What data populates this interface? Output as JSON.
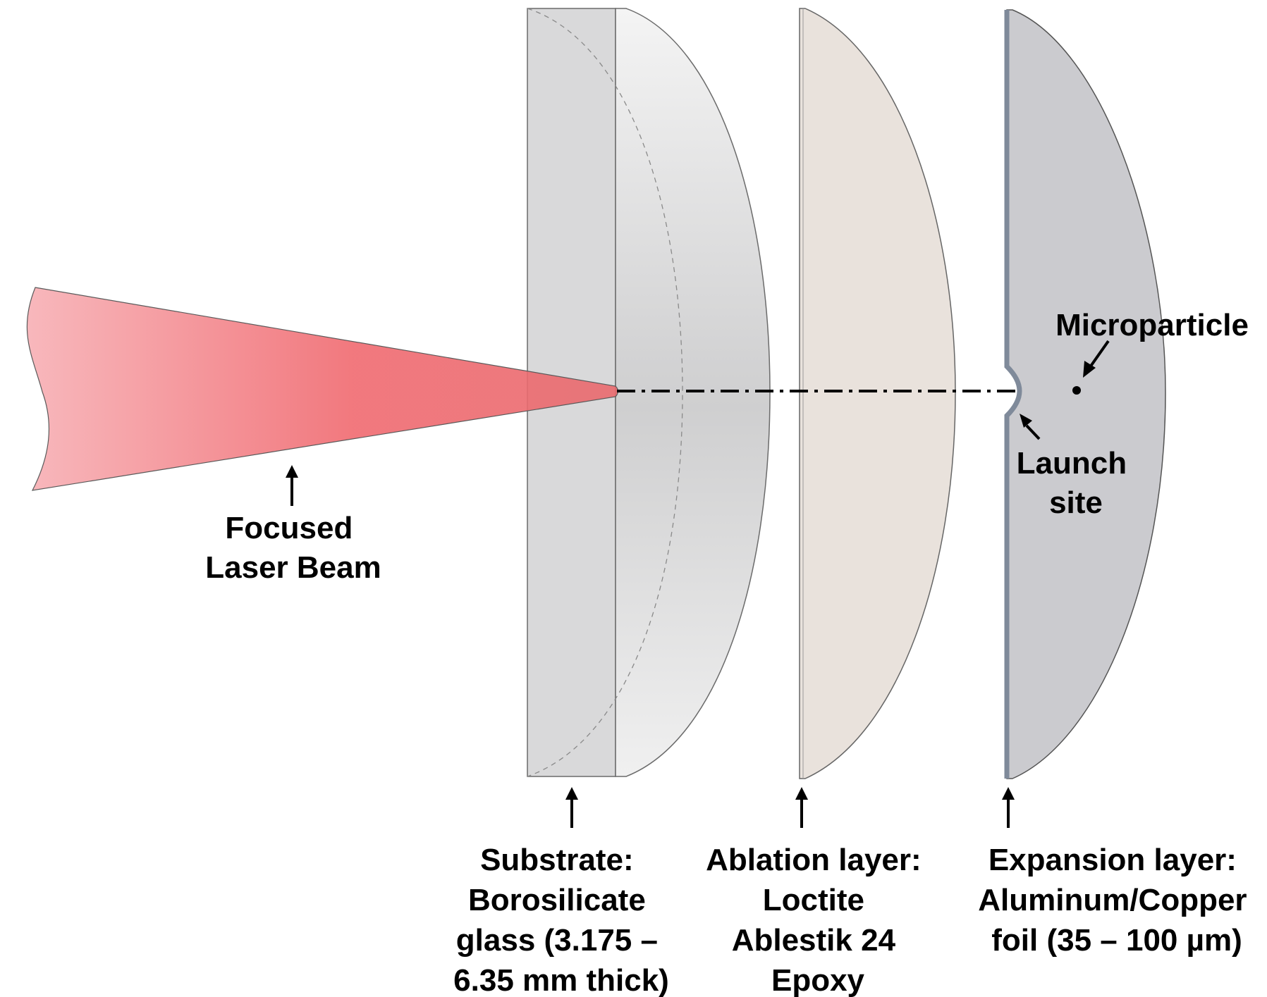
{
  "labels": {
    "laser": [
      "Focused",
      "Laser Beam"
    ],
    "substrate": [
      "Substrate:",
      "Borosilicate",
      "glass (3.175 –",
      "6.35 mm thick)"
    ],
    "ablation": [
      "Ablation layer:",
      "Loctite",
      "Ablestik 24",
      "Epoxy"
    ],
    "expansion": [
      "Expansion layer:",
      "Aluminum/Copper",
      "foil (35 – 100 µm)"
    ],
    "microparticle": "Microparticle",
    "launch_site": [
      "Launch",
      "site"
    ]
  },
  "colors": {
    "laser_light": "#f6a9ae",
    "laser_strong": "#f06a70",
    "substrate_flat": "#d9d9da",
    "substrate_dome_light": "#f1f1f1",
    "substrate_dome_dark": "#cfcfd0",
    "ablation": "#e9e2dc",
    "expansion": "#cbcbcf",
    "outline": "#555555"
  }
}
